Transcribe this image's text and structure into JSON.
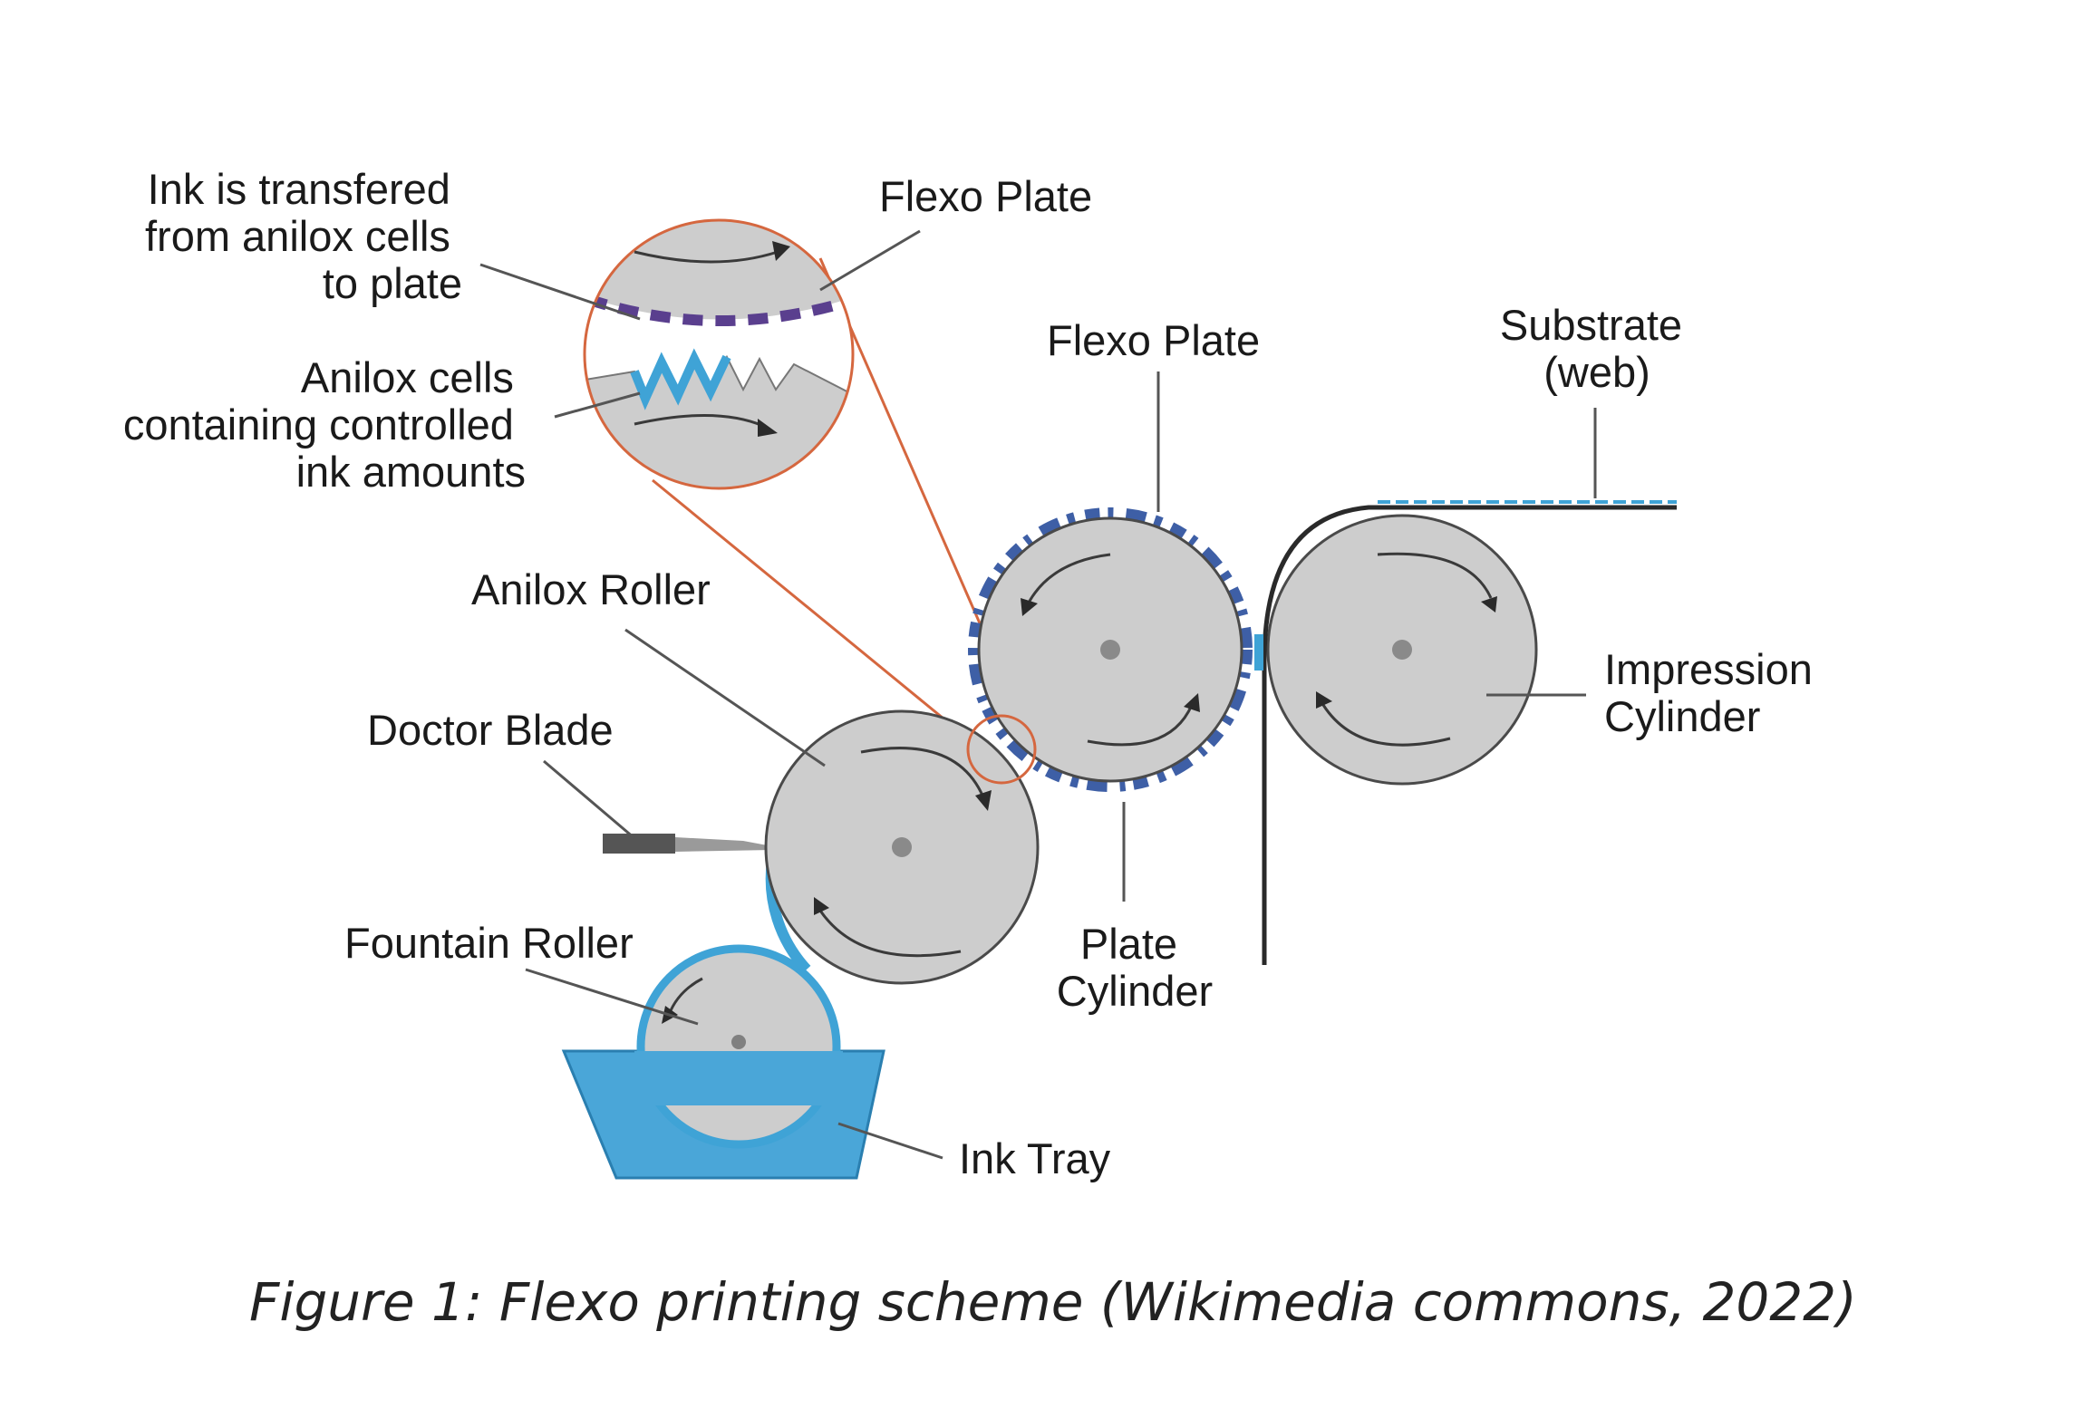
{
  "labels": {
    "ink_transfer": [
      "Ink is transfered",
      "from anilox cells",
      "to plate"
    ],
    "anilox_cells": [
      "Anilox cells",
      "containing controlled",
      "ink amounts"
    ],
    "flexo_plate_zoom": "Flexo Plate",
    "flexo_plate": "Flexo Plate",
    "substrate": [
      "Substrate",
      "(web)"
    ],
    "anilox_roller": "Anilox Roller",
    "doctor_blade": "Doctor Blade",
    "impression_cylinder": [
      "Impression",
      "Cylinder"
    ],
    "fountain_roller": "Fountain Roller",
    "plate_cylinder": [
      "Plate",
      "Cylinder"
    ],
    "ink_tray": "Ink Tray"
  },
  "caption": "Figure 1: Flexo printing scheme (Wikimedia commons, 2022)",
  "colors": {
    "roller": "#cdcdcd",
    "roller_edge": "#4a4a4a",
    "ink": "#3fa3d6",
    "ink_tray": "#4aa6d8",
    "plate": "#3e5fa6",
    "zoom": "#d5673f"
  }
}
